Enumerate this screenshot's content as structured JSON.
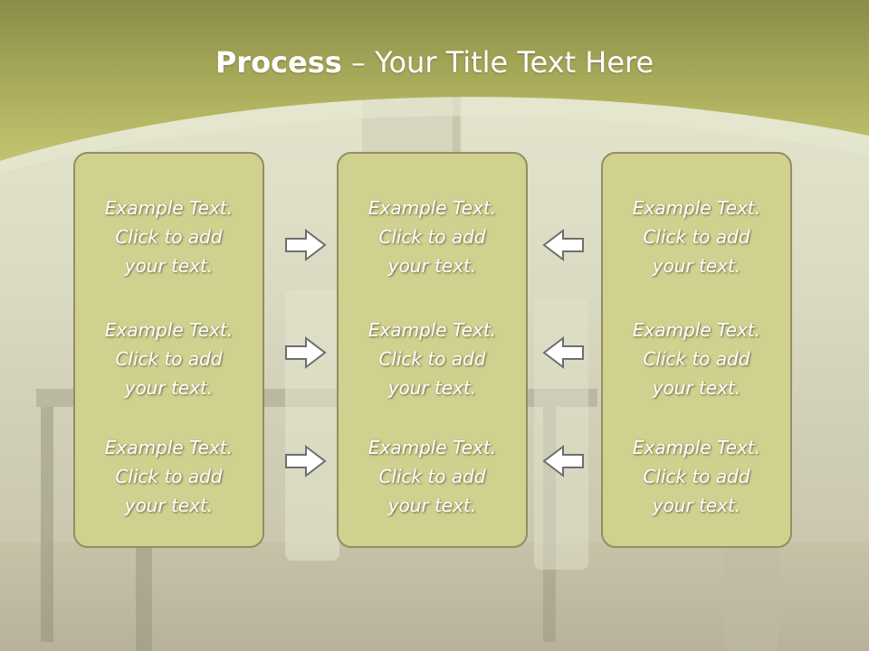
{
  "title": {
    "bold": "Process",
    "rest": " – Your Title Text Here"
  },
  "columns": [
    {
      "blocks": [
        "Example Text.\nClick  to add\nyour text.",
        "Example Text.\nClick  to add\nyour text.",
        "Example Text.\nClick  to add\nyour text."
      ]
    },
    {
      "blocks": [
        "Example Text.\nClick  to add\nyour text.",
        "Example Text.\nClick  to add\nyour text.",
        "Example Text.\nClick  to add\nyour text."
      ]
    },
    {
      "blocks": [
        "Example Text.\nClick  to add\nyour text.",
        "Example Text.\nClick  to add\nyour text.",
        "Example Text.\nClick  to add\nyour text."
      ]
    }
  ],
  "arrows": {
    "left_side": "right-arrow-icon",
    "right_side": "left-arrow-icon"
  },
  "colors": {
    "header": "#9c9f4e",
    "box_fill": "#d0d18e",
    "box_border": "#8f8f63",
    "text": "#ffffff"
  }
}
